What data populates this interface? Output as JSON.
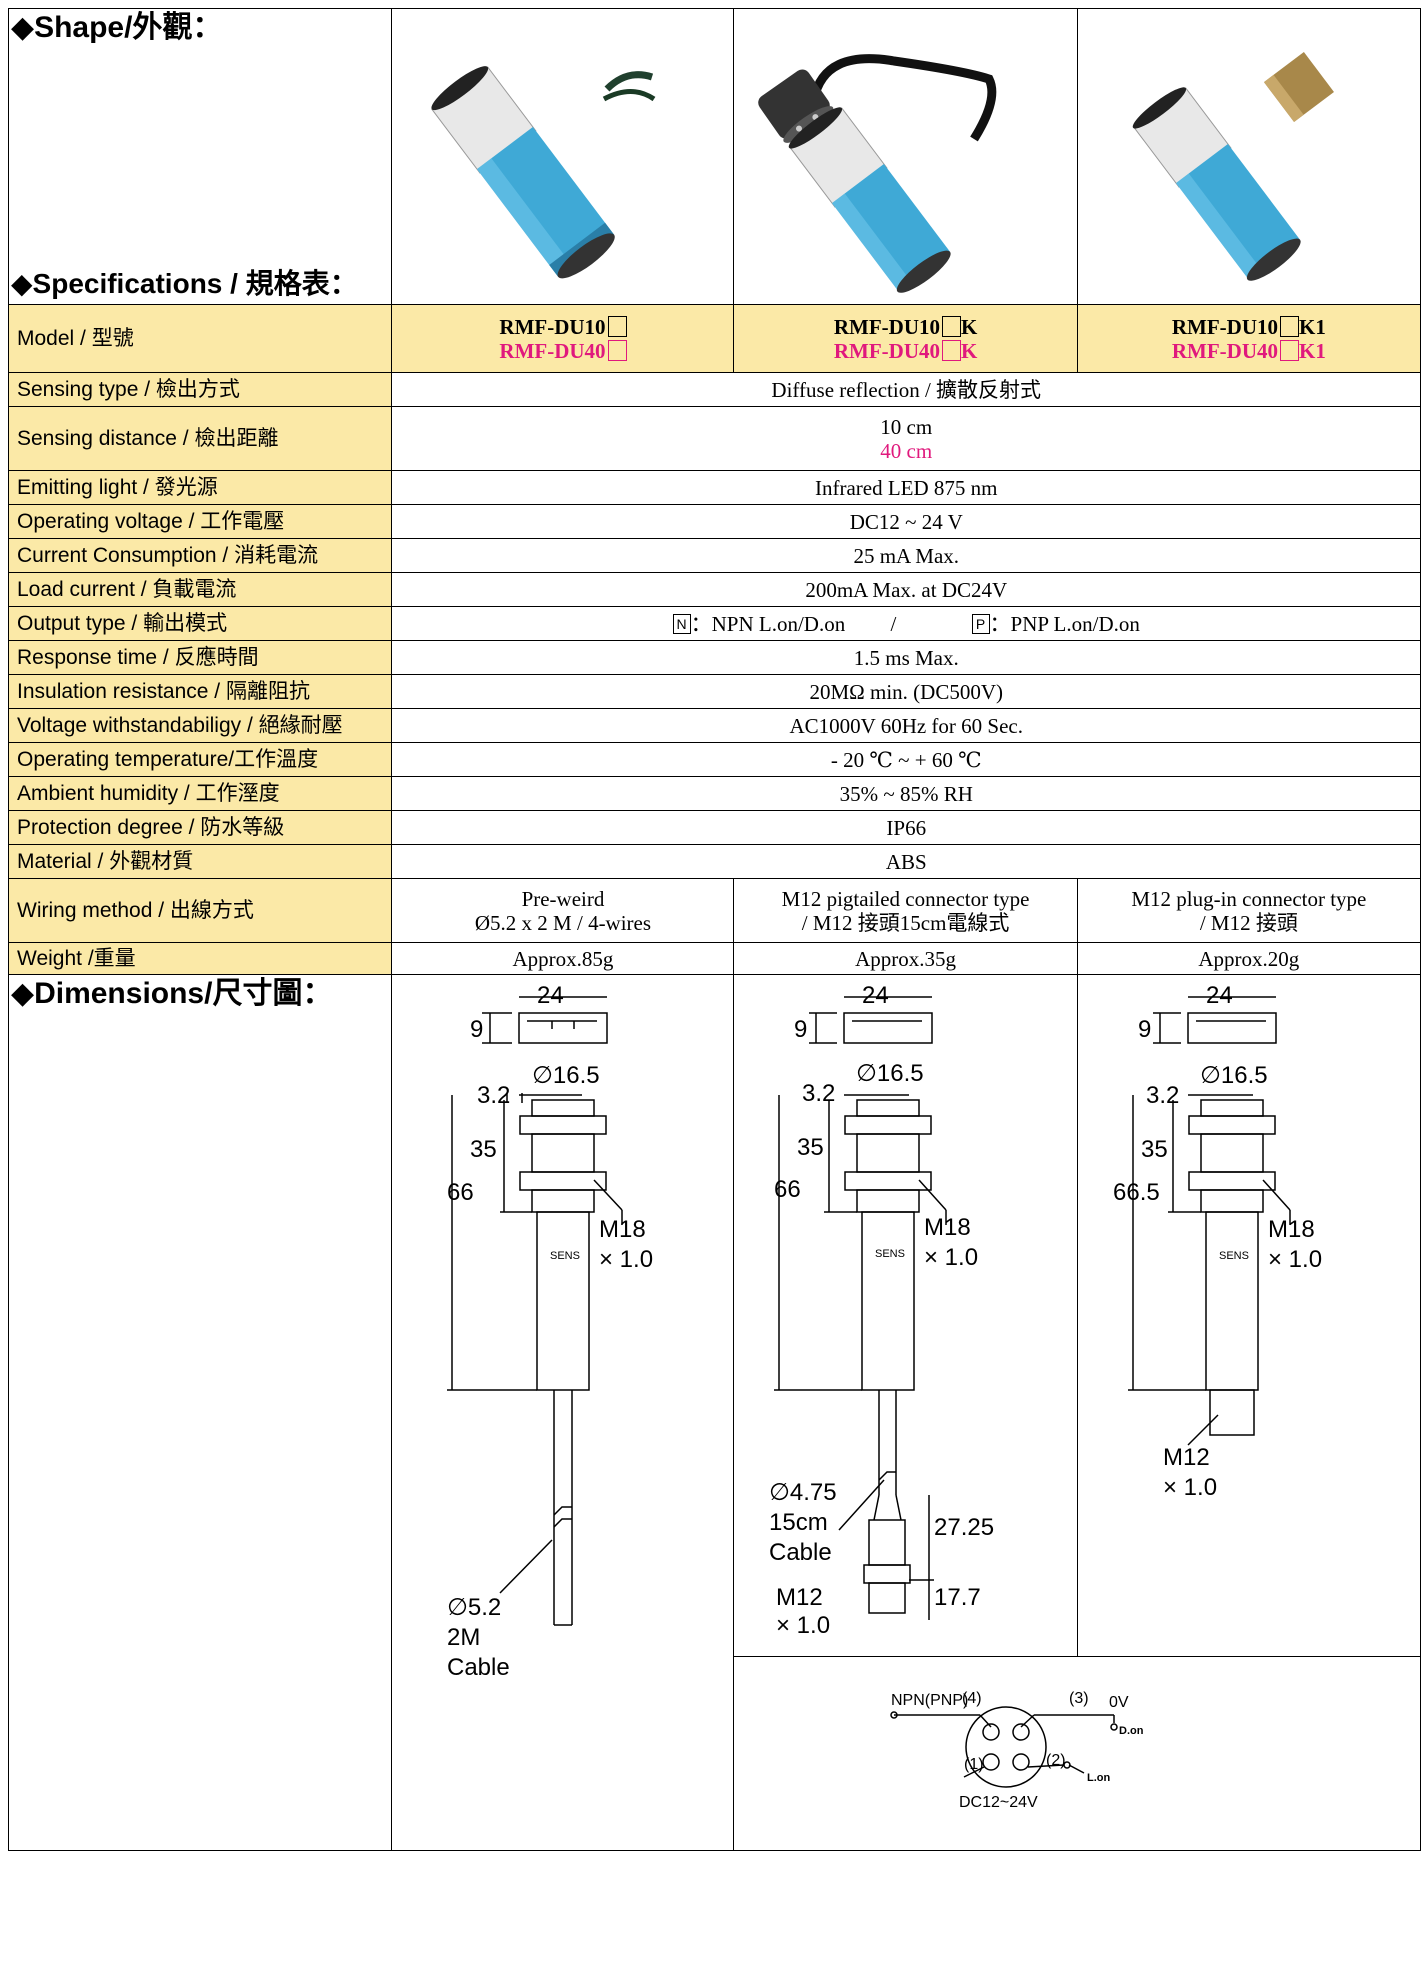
{
  "headings": {
    "shape": "◆Shape/外觀：",
    "specifications": "◆Specifications / 規格表：",
    "dimensions": "◆Dimensions/尺寸圖："
  },
  "models": [
    {
      "line1": "RMF-DU10",
      "line1_suffix": "",
      "line2": "RMF-DU40",
      "line2_suffix": ""
    },
    {
      "line1": "RMF-DU10",
      "line1_suffix": "K",
      "line2": "RMF-DU40",
      "line2_suffix": "K"
    },
    {
      "line1": "RMF-DU10",
      "line1_suffix": "K1",
      "line2": "RMF-DU40",
      "line2_suffix": "K1"
    }
  ],
  "labels": {
    "model": "Model / 型號",
    "sensing_type": "Sensing type / 檢出方式",
    "sensing_distance": "Sensing distance / 檢出距離",
    "emitting_light": "Emitting light / 發光源",
    "operating_voltage": "Operating voltage / 工作電壓",
    "current_consumption": "Current Consumption / 消耗電流",
    "load_current": "Load current / 負載電流",
    "output_type": "Output type / 輸出模式",
    "response_time": "Response time / 反應時間",
    "insulation": "Insulation resistance / 隔離阻抗",
    "voltage_withstand": "Voltage withstandabiligy / 絕緣耐壓",
    "operating_temp": "Operating temperature/工作溫度",
    "humidity": "Ambient humidity / 工作溼度",
    "protection": "Protection degree / 防水等級",
    "material": "Material / 外觀材質",
    "wiring": "Wiring method / 出線方式",
    "weight": "Weight /重量"
  },
  "values": {
    "sensing_type": "Diffuse reflection / 擴散反射式",
    "sensing_distance_1": "10 cm",
    "sensing_distance_2": "40 cm",
    "emitting_light": "Infrared LED 875 nm",
    "operating_voltage": "DC12 ~ 24 V",
    "current_consumption": "25 mA  Max.",
    "load_current": "200mA Max. at DC24V",
    "output_n_box": "N",
    "output_n": "：NPN L.on/D.on",
    "output_sep": "/",
    "output_p_box": "P",
    "output_p": "：PNP L.on/D.on",
    "response_time": "1.5 ms Max.",
    "insulation": "20MΩ  min.  (DC500V)",
    "voltage_withstand": "AC1000V 60Hz for 60 Sec.",
    "operating_temp": "- 20 ℃ ~ + 60 ℃",
    "humidity": "35% ~ 85%  RH",
    "protection": "IP66",
    "material": "ABS",
    "wiring": [
      {
        "l1": "Pre-weird",
        "l2": "Ø5.2 x 2 M / 4-wires"
      },
      {
        "l1": "M12 pigtailed connector type",
        "l2": "/ M12 接頭15cm電線式"
      },
      {
        "l1": "M12 plug-in connector type",
        "l2": "/ M12 接頭"
      }
    ],
    "weight": [
      "Approx.85g",
      "Approx.35g",
      "Approx.20g"
    ]
  },
  "dims": {
    "top_width": "24",
    "top_height": "9",
    "diameter": "∅16.5",
    "step": "3.2",
    "nut_len": "35",
    "thread": "M18",
    "pitch": "× 1.0",
    "sens": "SENS",
    "len1": "66",
    "len2": "66",
    "len3": "66.5",
    "cable1_d": "∅5.2",
    "cable1_len": "2M",
    "cable1_word": "Cable",
    "cable2_d": "∅4.75",
    "cable2_len": "15cm",
    "cable2_word": "Cable",
    "conn_len": "27.25",
    "conn_thread_len": "17.7",
    "m12": "M12",
    "m12_pitch": "× 1.0"
  },
  "pinout": {
    "npn": "NPN(PNP)",
    "pin4": "(4)",
    "pin3": "(3)",
    "zero_v": "0V",
    "don": "D.on",
    "pin1": "(1)",
    "pin2": "(2)",
    "lon": "L.on",
    "dc": "DC12~24V"
  },
  "colors": {
    "label_bg": "#fbe9a7",
    "accent": "#e0197d",
    "sensor_blue": "#3fa9d6"
  }
}
